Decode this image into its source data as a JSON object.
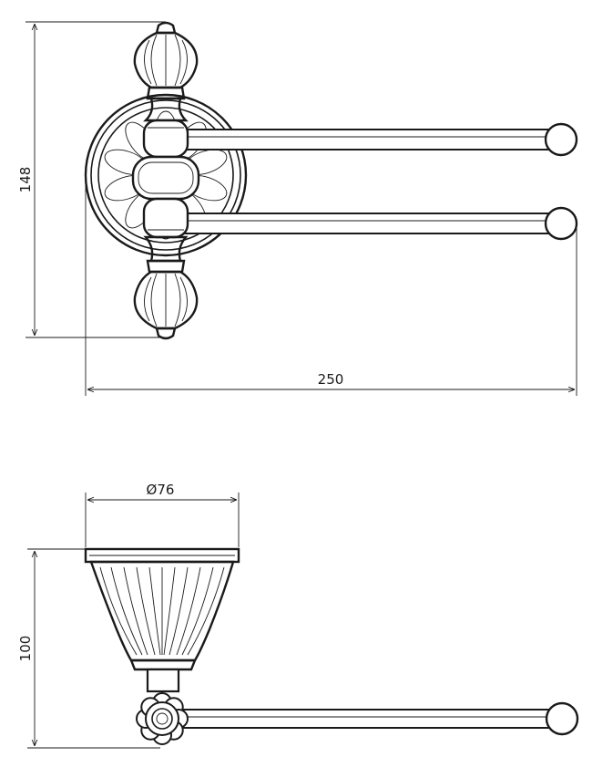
{
  "dimensions": {
    "height_front": "148",
    "width_total": "250",
    "diameter_base": "Ø76",
    "height_side": "100"
  },
  "views": {
    "front": {
      "rods": 2,
      "components": [
        "finial",
        "rosette-base",
        "swing-arm",
        "ball-end"
      ]
    },
    "side": {
      "rods": 1,
      "components": [
        "fluted-cup",
        "flower-knob",
        "swing-arm",
        "ball-end"
      ]
    }
  },
  "colors": {
    "line": "#1a1a1a",
    "background": "#ffffff"
  }
}
